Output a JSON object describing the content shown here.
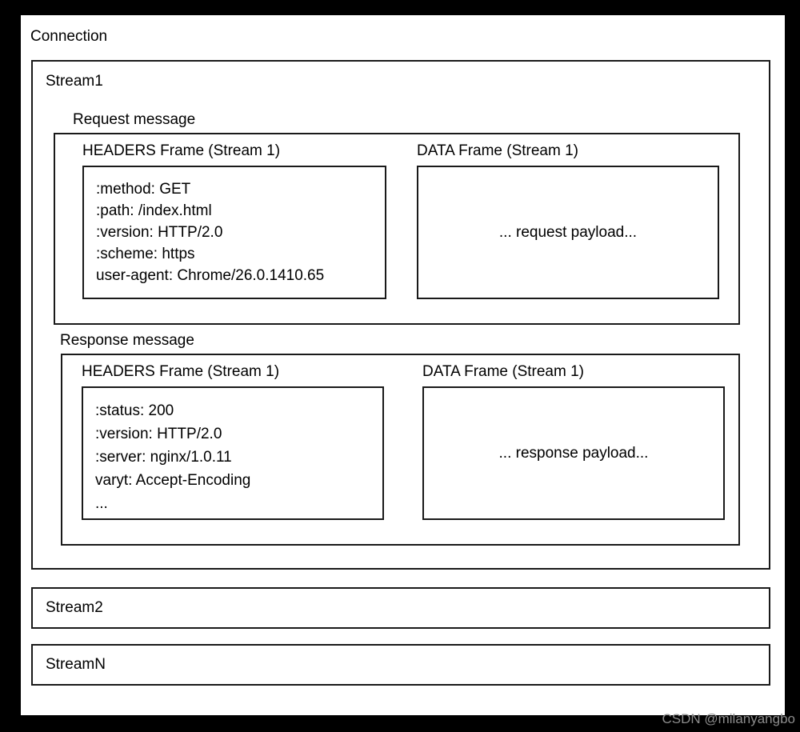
{
  "diagram": {
    "connection_label": "Connection",
    "streams": [
      {
        "name": "Stream1",
        "messages": [
          {
            "label": "Request message",
            "frames": [
              {
                "title": "HEADERS Frame (Stream 1)",
                "type": "headers",
                "lines": [
                  ":method: GET",
                  ":path: /index.html",
                  ":version: HTTP/2.0",
                  ":scheme: https",
                  "user-agent: Chrome/26.0.1410.65"
                ]
              },
              {
                "title": "DATA Frame (Stream 1)",
                "type": "data",
                "payload": "... request payload..."
              }
            ]
          },
          {
            "label": "Response message",
            "frames": [
              {
                "title": "HEADERS Frame (Stream 1)",
                "type": "headers",
                "lines": [
                  ":status: 200",
                  ":version: HTTP/2.0",
                  ":server: nginx/1.0.11",
                  "varyt: Accept-Encoding",
                  "..."
                ]
              },
              {
                "title": "DATA Frame (Stream 1)",
                "type": "data",
                "payload": "... response payload..."
              }
            ]
          }
        ]
      },
      {
        "name": "Stream2",
        "messages": []
      },
      {
        "name": "StreamN",
        "messages": []
      }
    ]
  },
  "watermark": {
    "text": "CSDN @milanyangbo"
  },
  "colors": {
    "background": "#000000",
    "page": "#ffffff",
    "stroke": "#1a1a1a",
    "text": "#000000",
    "watermark": "#8c8c8c"
  }
}
